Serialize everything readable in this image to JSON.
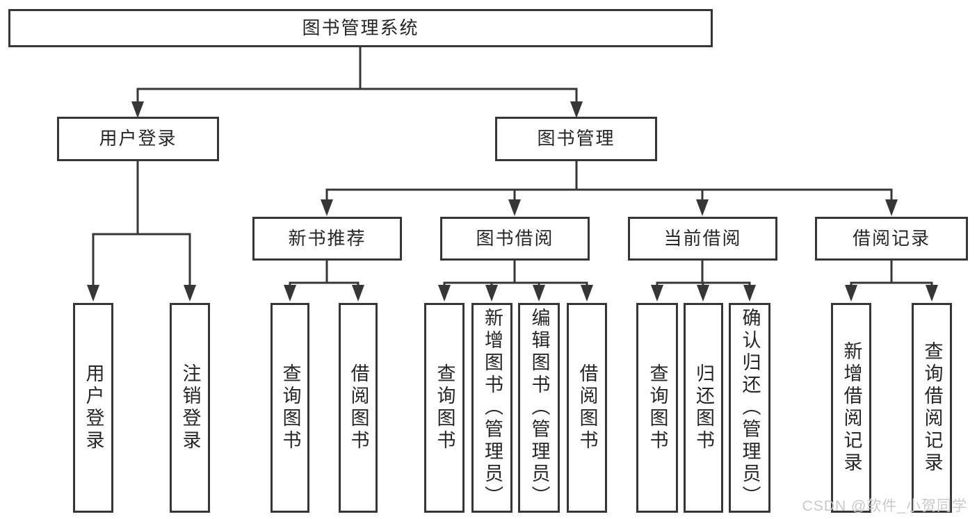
{
  "diagram": {
    "root": {
      "label": "图书管理系统"
    },
    "level2": {
      "user_login": {
        "label": "用户登录"
      },
      "book_mgmt": {
        "label": "图书管理"
      }
    },
    "level3": {
      "new_books": {
        "label": "新书推荐"
      },
      "borrowing": {
        "label": "图书借阅"
      },
      "current": {
        "label": "当前借阅"
      },
      "records": {
        "label": "借阅记录"
      }
    },
    "leaves": {
      "login": {
        "label": "用户登录"
      },
      "logout": {
        "label": "注销登录"
      },
      "nb_query": {
        "label": "查询图书"
      },
      "nb_borrow": {
        "label": "借阅图书"
      },
      "bw_query": {
        "label": "查询图书"
      },
      "bw_add": {
        "label": "新增图书（管理员）"
      },
      "bw_edit": {
        "label": "编辑图书（管理员）"
      },
      "bw_borrow": {
        "label": "借阅图书"
      },
      "cur_query": {
        "label": "查询图书"
      },
      "cur_return": {
        "label": "归还图书"
      },
      "cur_confirm": {
        "label": "确认归还（管理员）"
      },
      "rec_add": {
        "label": "新增借阅记录"
      },
      "rec_query": {
        "label": "查询借阅记录"
      }
    }
  },
  "watermark": {
    "text": "CSDN @软件_小贺同学"
  },
  "colors": {
    "line": "#363636",
    "text": "#262626",
    "watermark": "#c9c9cb",
    "background": "#ffffff"
  }
}
